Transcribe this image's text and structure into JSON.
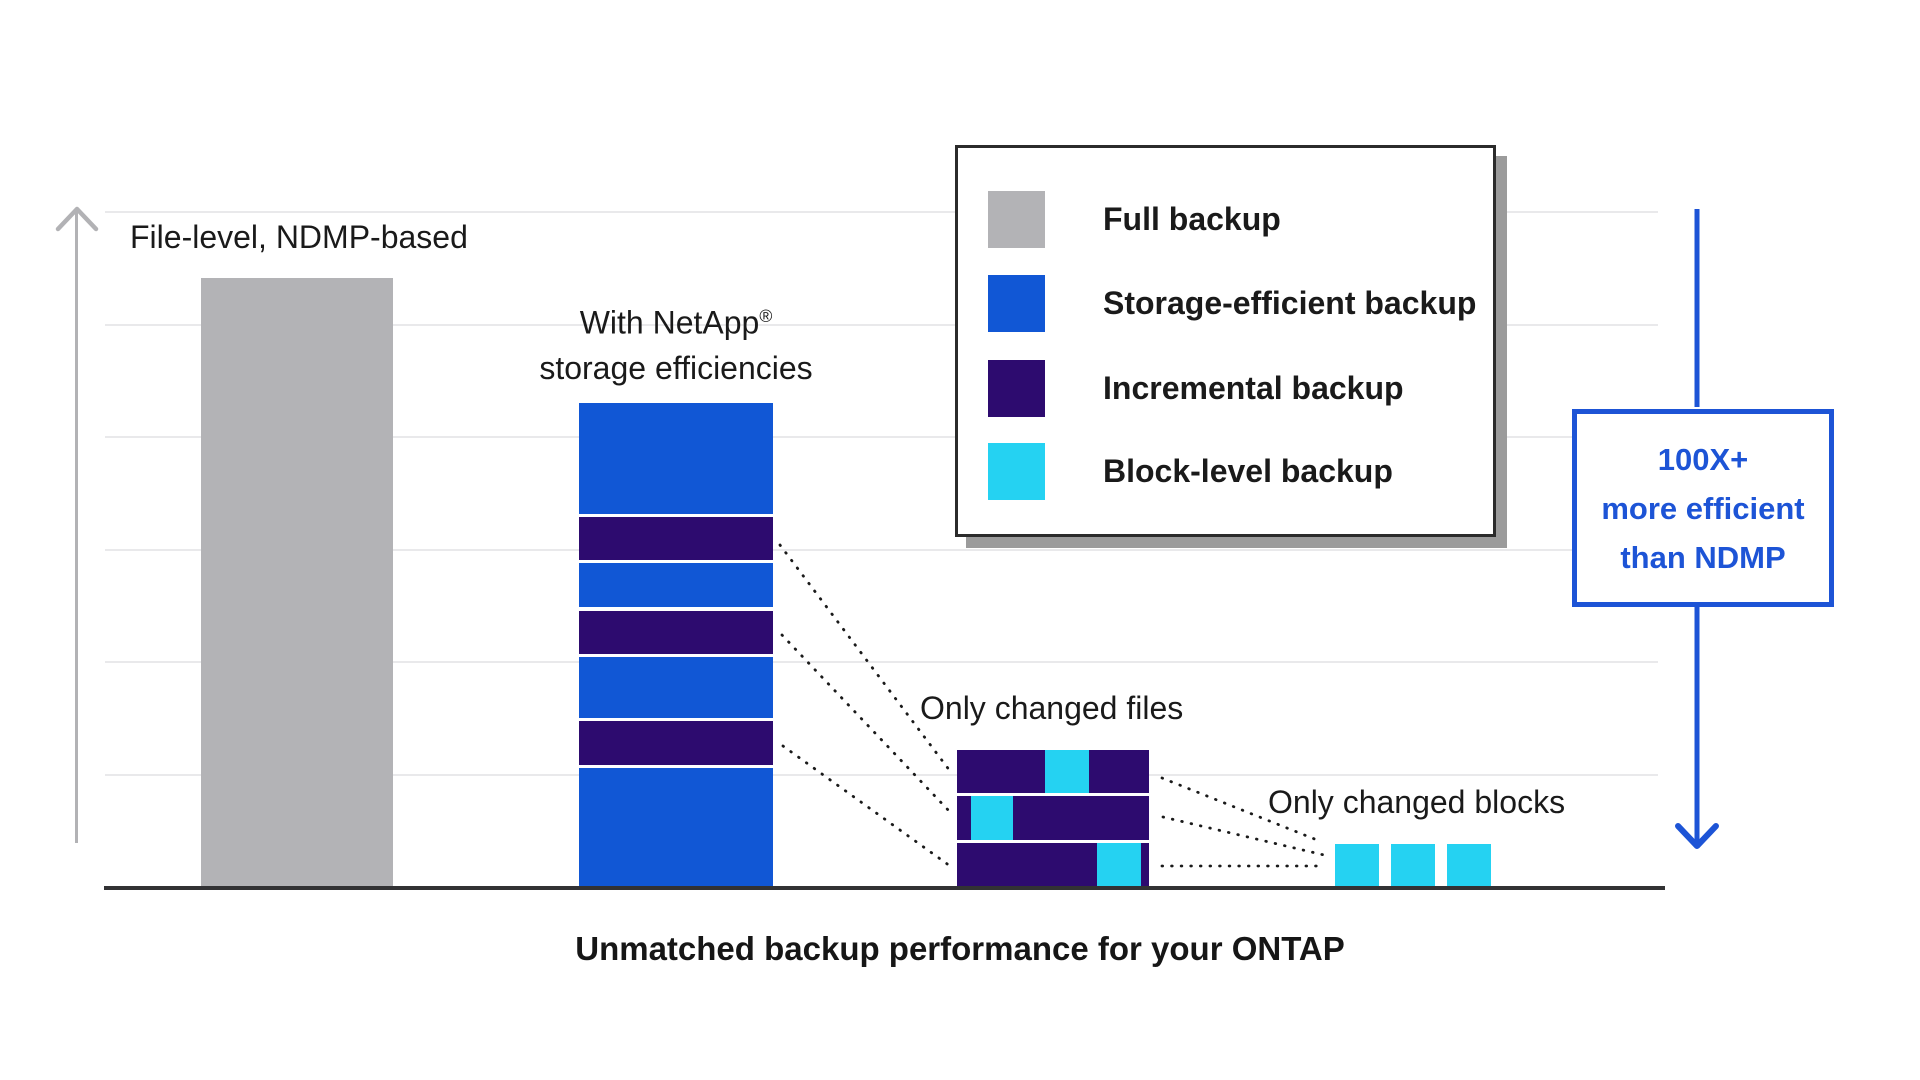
{
  "colors": {
    "blue": "#1157d5",
    "navy": "#2d0b6f",
    "cyan": "#25d2f2",
    "gray": "#b3b3b6",
    "callout_blue": "#1d54d6",
    "grid": "#e9e9eb",
    "axis": "#323234",
    "dotted": "#1a1a1a",
    "arrow_gray": "#b2b2b5",
    "legend_border": "#2b2b2b",
    "legend_shadow": "#9b9b9b",
    "text": "#1a1a1a"
  },
  "labels": {
    "full_bar": "File-level, NDMP-based",
    "efficient_bar_line1": "With NetApp",
    "efficient_bar_sup": "®",
    "efficient_bar_line2": "storage efficiencies",
    "changed_files": "Only changed files",
    "changed_blocks": "Only changed blocks",
    "caption": "Unmatched backup performance for your ONTAP"
  },
  "legend": {
    "items": [
      {
        "label": "Full backup",
        "color": "gray"
      },
      {
        "label": "Storage-efficient backup",
        "color": "blue"
      },
      {
        "label": "Incremental backup",
        "color": "navy"
      },
      {
        "label": "Block-level backup",
        "color": "cyan"
      }
    ]
  },
  "callout": {
    "line1": "100X+",
    "line2": "more efficient",
    "line3": "than NDMP"
  },
  "chart_data": {
    "type": "bar",
    "title": "Unmatched backup performance for your ONTAP",
    "xlabel": "",
    "ylabel": "",
    "y_axis_unlabeled": true,
    "grid": "horizontal",
    "gridline_count": 6,
    "legend_position": "top-right",
    "legend_entries": [
      "Full backup",
      "Storage-efficient backup",
      "Incremental backup",
      "Block-level backup"
    ],
    "annotation": "100X+ more efficient than NDMP",
    "bars": [
      {
        "category": "File-level, NDMP-based",
        "kind": "single",
        "segments": [
          {
            "legend": "Full backup",
            "value": 100
          }
        ],
        "total": 100
      },
      {
        "category": "With NetApp® storage efficiencies",
        "kind": "stacked",
        "segments": [
          {
            "legend": "Storage-efficient backup",
            "value": 18
          },
          {
            "legend": "Incremental backup",
            "value": 7
          },
          {
            "legend": "Storage-efficient backup",
            "value": 7
          },
          {
            "legend": "Incremental backup",
            "value": 7
          },
          {
            "legend": "Storage-efficient backup",
            "value": 10
          },
          {
            "legend": "Incremental backup",
            "value": 7
          },
          {
            "legend": "Storage-efficient backup",
            "value": 20
          }
        ],
        "total": 76
      },
      {
        "category": "Only changed files",
        "kind": "row-stack",
        "rows": [
          {
            "height": 7,
            "cells": [
              {
                "legend": "Incremental backup",
                "width_pct": 46
              },
              {
                "legend": "Block-level backup",
                "width_pct": 23
              },
              {
                "legend": "Incremental backup",
                "width_pct": 31
              }
            ]
          },
          {
            "height": 7,
            "cells": [
              {
                "legend": "Incremental backup",
                "width_pct": 7
              },
              {
                "legend": "Block-level backup",
                "width_pct": 22
              },
              {
                "legend": "Incremental backup",
                "width_pct": 71
              }
            ]
          },
          {
            "height": 7,
            "cells": [
              {
                "legend": "Incremental backup",
                "width_pct": 73
              },
              {
                "legend": "Block-level backup",
                "width_pct": 23
              },
              {
                "legend": "Incremental backup",
                "width_pct": 4
              }
            ]
          }
        ],
        "total": 21
      },
      {
        "category": "Only changed blocks",
        "kind": "blocks",
        "blocks": [
          {
            "legend": "Block-level backup",
            "value": 7
          },
          {
            "legend": "Block-level backup",
            "value": 7
          },
          {
            "legend": "Block-level backup",
            "value": 7
          }
        ],
        "total": 7
      }
    ]
  }
}
